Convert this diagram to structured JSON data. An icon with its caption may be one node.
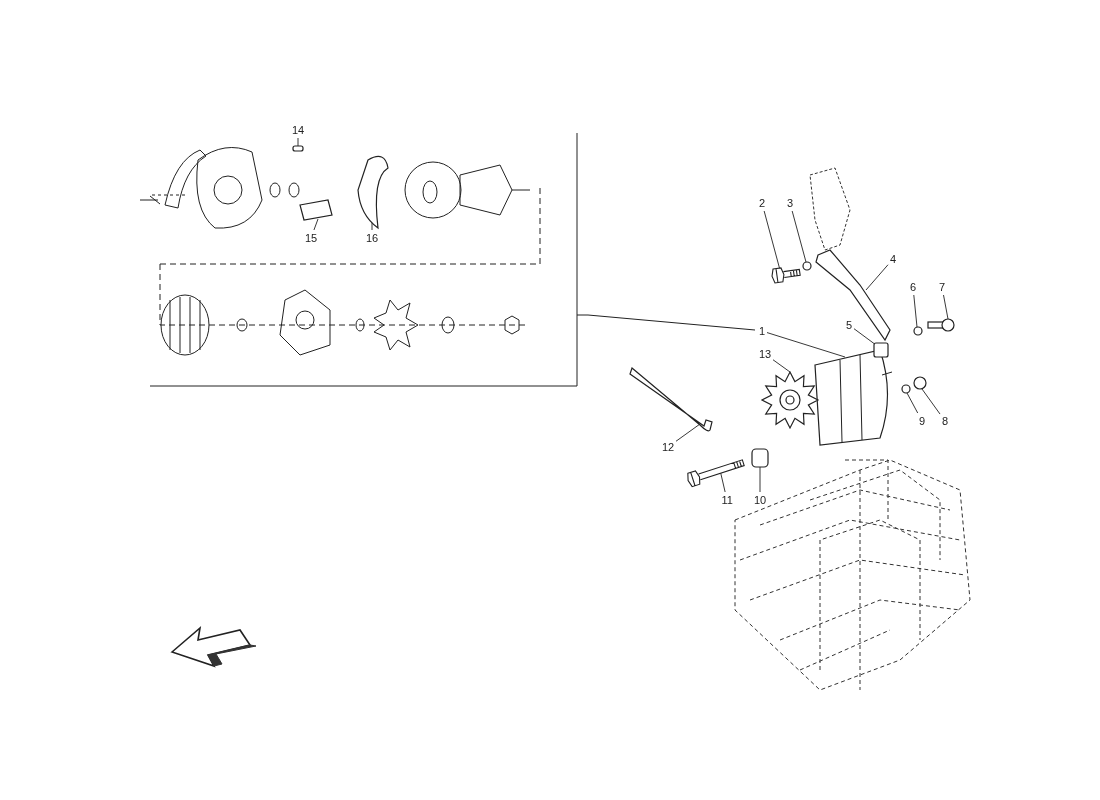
{
  "diagram": {
    "nodes": [
      {
        "text": [
          "1"
        ]
      },
      {
        "text": [
          "2"
        ]
      },
      {
        "text": [
          "3"
        ]
      },
      {
        "text": [
          "4"
        ]
      },
      {
        "text": [
          "5"
        ]
      },
      {
        "text": [
          "6"
        ]
      },
      {
        "text": [
          "7"
        ]
      },
      {
        "text": [
          "8"
        ]
      },
      {
        "text": [
          "9"
        ]
      },
      {
        "text": [
          "10"
        ]
      },
      {
        "text": [
          "11"
        ]
      },
      {
        "text": [
          "12"
        ]
      },
      {
        "text": [
          "13"
        ]
      },
      {
        "text": [
          "14"
        ]
      },
      {
        "text": [
          "15"
        ]
      },
      {
        "text": [
          "16"
        ]
      },
      {
        "text": [],
        "shape": "picture"
      },
      {
        "text": [],
        "shape": "bolt"
      },
      {
        "text": [],
        "shape": "circle"
      },
      {
        "text": [],
        "shape": "picture"
      },
      {
        "text": [],
        "shape": "box"
      },
      {
        "text": [],
        "shape": "circle"
      },
      {
        "text": [],
        "shape": "picture"
      },
      {
        "text": [],
        "shape": "circle"
      },
      {
        "text": [],
        "shape": "circle"
      },
      {
        "text": [],
        "shape": "picture"
      },
      {
        "text": [],
        "shape": "bolt"
      },
      {
        "text": [],
        "shape": "picture"
      },
      {
        "text": [],
        "shape": "picture"
      },
      {
        "text": [],
        "shape": "box"
      },
      {
        "text": [],
        "shape": "picture"
      },
      {
        "text": [],
        "shape": "picture"
      }
    ],
    "edges": [
      {
        "from": 0,
        "to": 16,
        "arrow": "none"
      },
      {
        "from": 1,
        "to": 17,
        "arrow": "none"
      },
      {
        "from": 2,
        "to": 18,
        "arrow": "none"
      },
      {
        "from": 3,
        "to": 19,
        "arrow": "none"
      },
      {
        "from": 4,
        "to": 20,
        "arrow": "none"
      },
      {
        "from": 5,
        "to": 21,
        "arrow": "none"
      },
      {
        "from": 6,
        "to": 22,
        "arrow": "none"
      },
      {
        "from": 7,
        "to": 23,
        "arrow": "none"
      },
      {
        "from": 8,
        "to": 24,
        "arrow": "none"
      },
      {
        "from": 9,
        "to": 25,
        "arrow": "none"
      },
      {
        "from": 10,
        "to": 26,
        "arrow": "none"
      },
      {
        "from": 11,
        "to": 27,
        "arrow": "none"
      },
      {
        "from": 12,
        "to": 28,
        "arrow": "none"
      },
      {
        "from": 13,
        "to": 29,
        "arrow": "none"
      },
      {
        "from": 14,
        "to": 30,
        "arrow": "none"
      },
      {
        "from": 15,
        "to": 31,
        "arrow": "none"
      }
    ]
  }
}
